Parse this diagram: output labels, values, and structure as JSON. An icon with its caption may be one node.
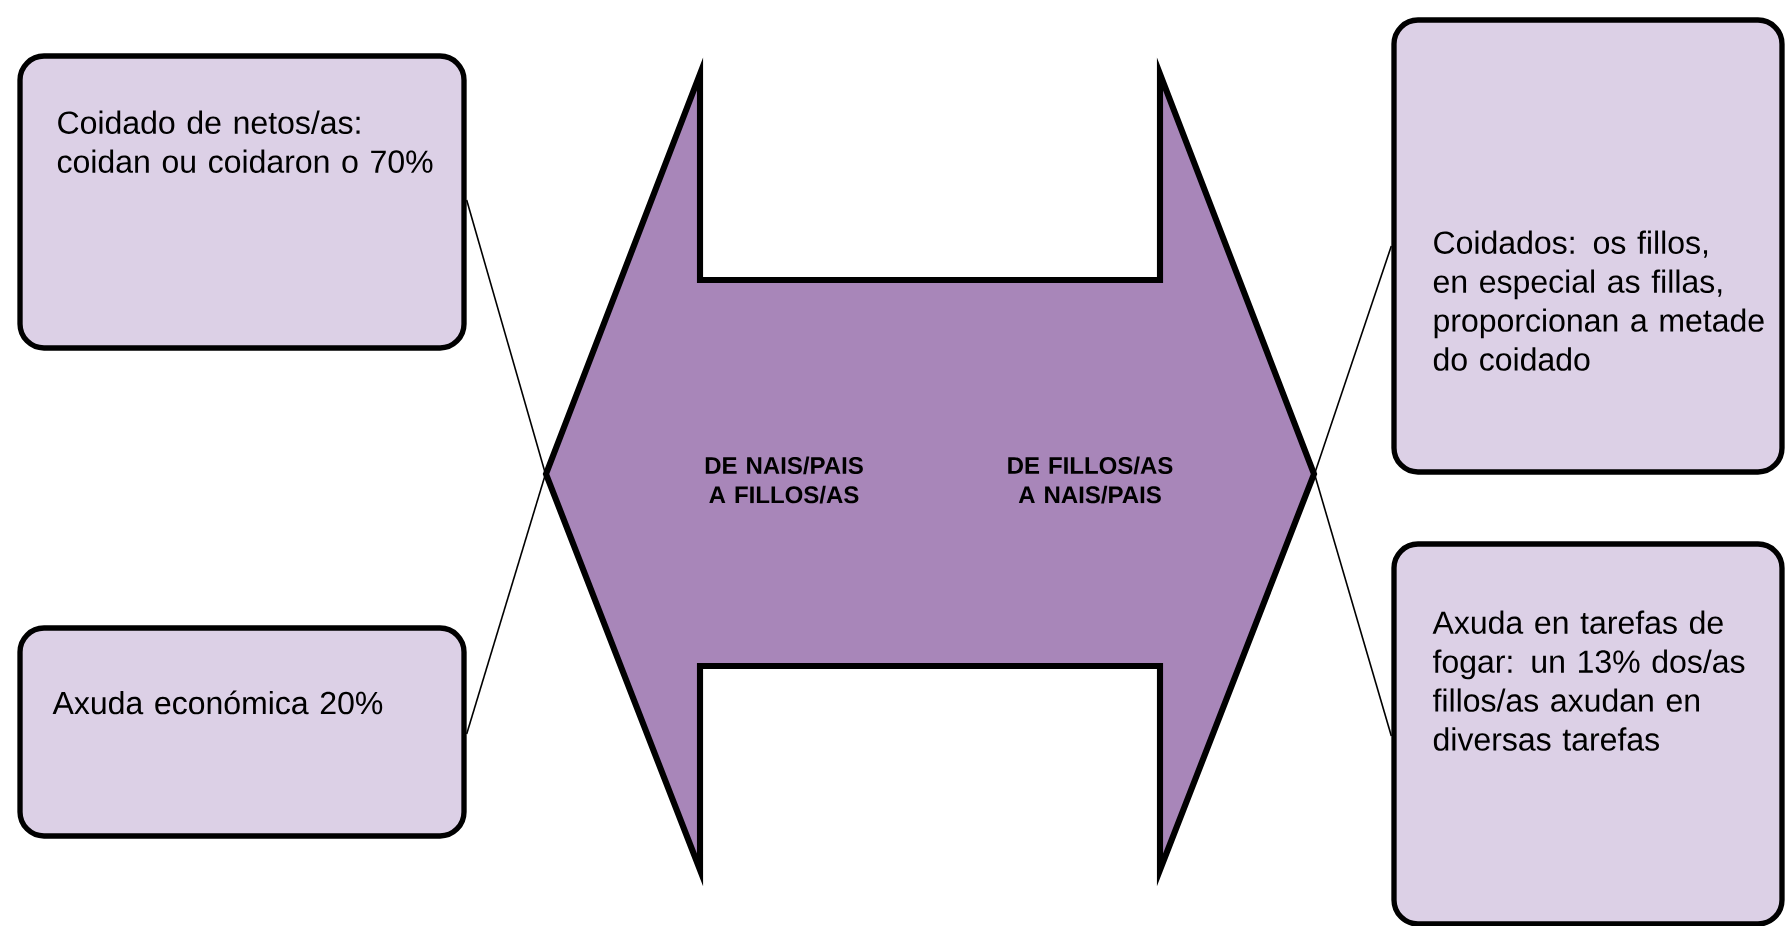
{
  "diagram": {
    "nodes": [
      {
        "text": [
          "Coidado de netos/as: coidan ou coidaron o 70%"
        ]
      },
      {
        "text": [
          "Axuda económica 20%"
        ]
      },
      {
        "text": [
          "DE NAIS/PAIS A FILLOS/AS",
          "DE FILLOS/AS A NAIS/PAIS"
        ]
      },
      {
        "text": [
          "Coidados: os fillos, en especial as fillas, proporcionan a metade do coidado"
        ]
      },
      {
        "text": [
          "Axuda en tarefas de fogar: un 13% dos/as fillos/as axudan en diversas tarefas"
        ]
      }
    ],
    "edges": [
      {
        "from": 0,
        "to": 2,
        "arrow": "none"
      },
      {
        "from": 1,
        "to": 2,
        "arrow": "none"
      },
      {
        "from": 2,
        "to": 3,
        "arrow": "none"
      },
      {
        "from": 2,
        "to": 4,
        "arrow": "none"
      }
    ]
  }
}
